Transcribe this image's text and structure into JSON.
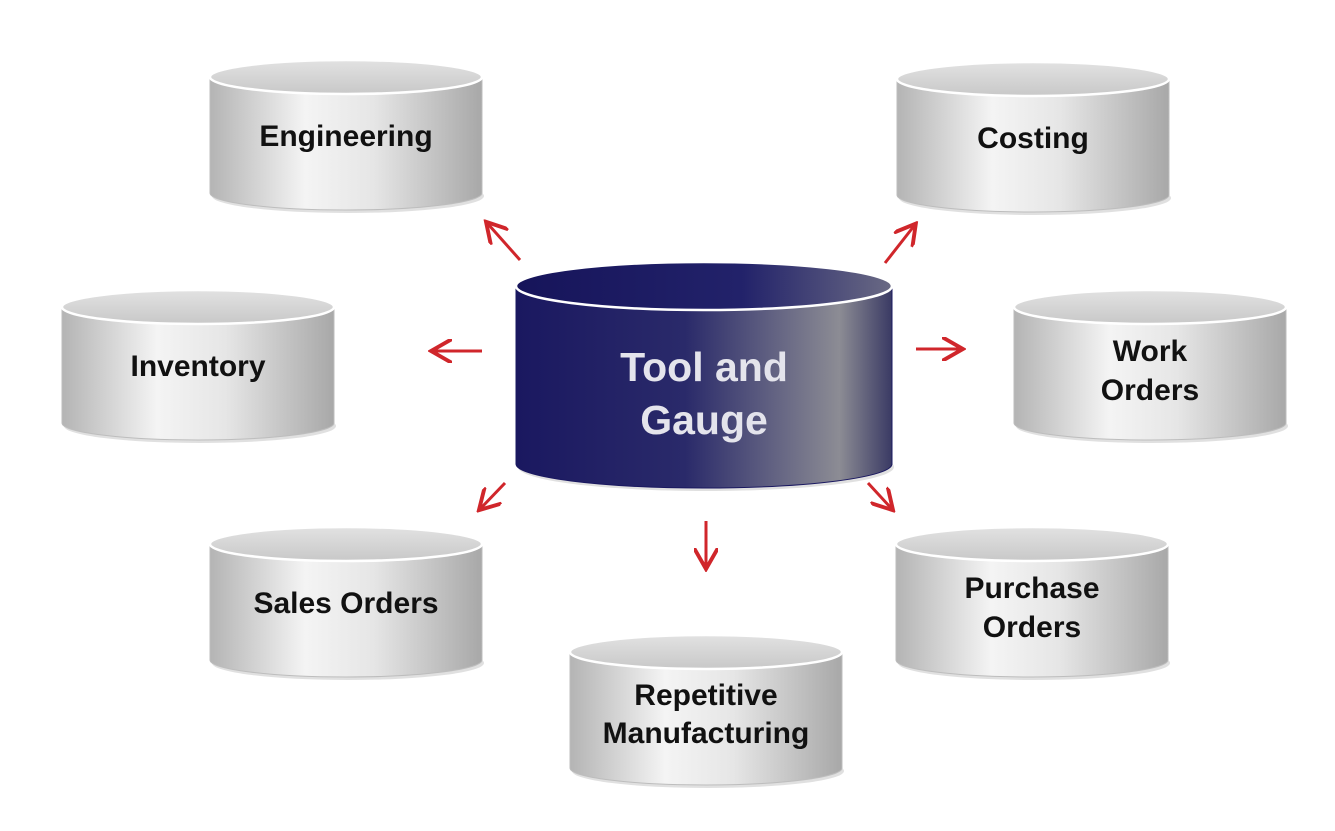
{
  "hub": {
    "lines": [
      "Tool and",
      "Gauge"
    ]
  },
  "nodes": [
    {
      "id": "engineering",
      "lines": [
        "Engineering"
      ]
    },
    {
      "id": "costing",
      "lines": [
        "Costing"
      ]
    },
    {
      "id": "inventory",
      "lines": [
        "Inventory"
      ]
    },
    {
      "id": "work-orders",
      "lines": [
        "Work",
        "Orders"
      ]
    },
    {
      "id": "sales-orders",
      "lines": [
        "Sales Orders"
      ]
    },
    {
      "id": "repetitive-manufacturing",
      "lines": [
        "Repetitive",
        "Manufacturing"
      ]
    },
    {
      "id": "purchase-orders",
      "lines": [
        "Purchase",
        "Orders"
      ]
    }
  ],
  "colors": {
    "arrow": "#d0262b",
    "hub_dark": "#1a1860",
    "hub_highlight": "#8c8c94",
    "node_light": "#f7f7f7",
    "node_dark": "#b8b8b8",
    "label": "#111111"
  }
}
